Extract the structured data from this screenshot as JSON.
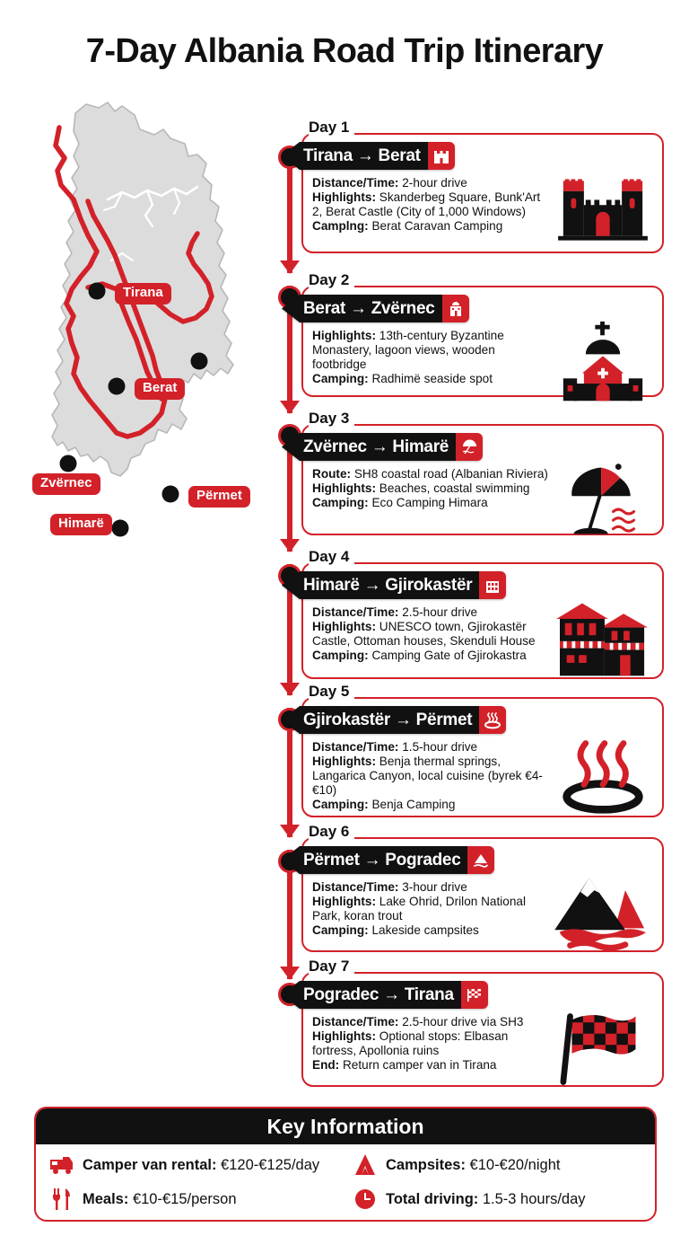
{
  "title": "7-Day Albania Road Trip Itinerary",
  "accent_red": "#D32129",
  "ink_black": "#111111",
  "map": {
    "labels": [
      {
        "name": "Tirana",
        "text": "Tirana"
      },
      {
        "name": "Berat",
        "text": "Berat"
      },
      {
        "name": "Permet",
        "text": "Përmet"
      },
      {
        "name": "Zvernec",
        "text": "Zvërnec"
      },
      {
        "name": "Himare",
        "text": "Himarë"
      }
    ]
  },
  "days": [
    {
      "day_label": "Day 1",
      "route": "Tirana → Berat",
      "badge_icon": "castle-icon",
      "illustration": "castle-illustration",
      "lines": [
        {
          "label": "Distance/Time:",
          "value": " 2-hour drive"
        },
        {
          "label": "Highlights:",
          "value": " Skanderbeg Square, Bunk'Art 2, Berat Castle (City of 1,000 Windows)"
        },
        {
          "label": "Camplng:",
          "value": " Berat Caravan Camping"
        }
      ]
    },
    {
      "day_label": "Day 2",
      "route": "Berat → Zvërnec",
      "badge_icon": "church-icon",
      "illustration": "church-illustration",
      "lines": [
        {
          "label": "Highlights:",
          "value": " 13th-century Byzantine Monastery, lagoon views, wooden footbridge"
        },
        {
          "label": "Camping:",
          "value": " Radhimë seaside spot"
        }
      ]
    },
    {
      "day_label": "Day 3",
      "route": "Zvërnec → Himarë",
      "badge_icon": "beach-umbrella-icon",
      "illustration": "beach-umbrella-illustration",
      "lines": [
        {
          "label": "Route:",
          "value": " SH8 coastal road (Albanian Riviera)"
        },
        {
          "label": "Highlights:",
          "value": " Beaches, coastal swimming"
        },
        {
          "label": "Camping:",
          "value": " Eco Camping Himara"
        }
      ]
    },
    {
      "day_label": "Day 4",
      "route": "Himarë → Gjirokastër",
      "badge_icon": "ottoman-house-icon",
      "illustration": "ottoman-house-illustration",
      "lines": [
        {
          "label": "Distance/Time:",
          "value": " 2.5-hour drive"
        },
        {
          "label": "Highlights:",
          "value": " UNESCO town, Gjirokastër Castle, Ottoman houses, Skenduli House"
        },
        {
          "label": "Camping:",
          "value": " Camping Gate of Gjirokastra"
        }
      ]
    },
    {
      "day_label": "Day 5",
      "route": "Gjirokastër → Përmet",
      "badge_icon": "hot-springs-icon",
      "illustration": "hot-springs-illustration",
      "lines": [
        {
          "label": "Distance/Time:",
          "value": " 1.5-hour drive"
        },
        {
          "label": "Highlights:",
          "value": " Benja thermal springs, Langarica Canyon, local cuisine (byrek €4-€10)"
        },
        {
          "label": "Camping:",
          "value": " Benja Camping"
        }
      ]
    },
    {
      "day_label": "Day 6",
      "route": "Përmet → Pogradec",
      "badge_icon": "lake-mountain-icon",
      "illustration": "lake-mountain-illustration",
      "lines": [
        {
          "label": "Distance/Time:",
          "value": " 3-hour drive"
        },
        {
          "label": "Highlights:",
          "value": " Lake Ohrid, Drilon National Park, koran trout"
        },
        {
          "label": "Camping:",
          "value": " Lakeside campsites"
        }
      ]
    },
    {
      "day_label": "Day 7",
      "route": "Pogradec → Tirana",
      "badge_icon": "checkered-flag-icon",
      "illustration": "checkered-flag-illustration",
      "lines": [
        {
          "label": "Distance/Time:",
          "value": " 2.5-hour drive via SH3"
        },
        {
          "label": "Highlights:",
          "value": " Optional stops: Elbasan fortress, Apollonia ruins"
        },
        {
          "label": "End:",
          "value": " Return camper van in Tirana"
        }
      ]
    }
  ],
  "footer": {
    "heading": "Key Information",
    "items": [
      {
        "icon": "camper-van-icon",
        "label": "Camper van rental:",
        "value": " €120-€125/day"
      },
      {
        "icon": "tent-icon",
        "label": "Campsites:",
        "value": " €10-€20/night"
      },
      {
        "icon": "cutlery-icon",
        "label": "Meals:",
        "value": " €10-€15/person"
      },
      {
        "icon": "clock-icon",
        "label": "Total driving:",
        "value": " 1.5-3 hours/day"
      }
    ]
  }
}
